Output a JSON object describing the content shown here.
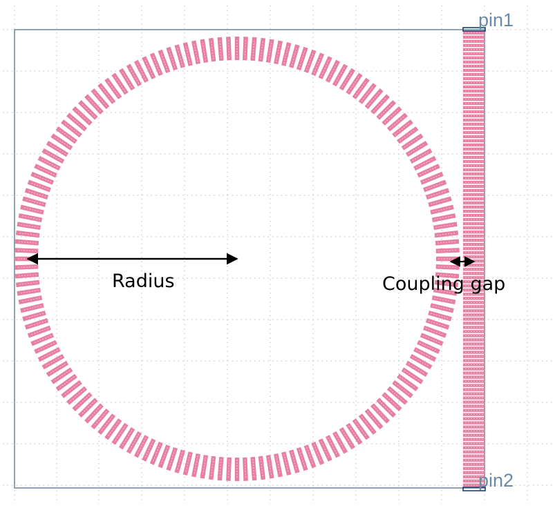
{
  "labels": {
    "radius": "Radius",
    "coupling_gap": "Coupling gap",
    "pin_top": "pin1",
    "pin_bottom": "pin2"
  },
  "ring": {
    "segment_count": 160
  },
  "waveguide": {
    "segment_count": 110
  },
  "colors": {
    "background": "#ffffff",
    "grid_dot": "#bdbdbd",
    "boundary": "#5f7d99",
    "structure_fill": "#e77fa0",
    "structure_stripe": "#f6c3d3",
    "pin_marker": "#1f3d6b",
    "pin_text": "#6b8aa6",
    "arrow": "#000000"
  }
}
